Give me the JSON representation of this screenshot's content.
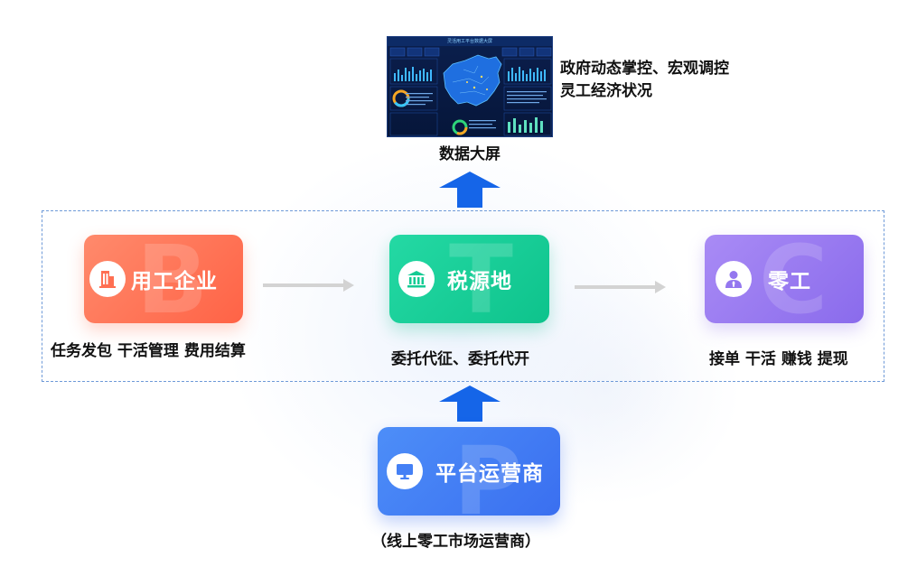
{
  "dashboard": {
    "title": "灵活用工平台数据大屏",
    "caption": "数据大屏",
    "description_line1": "政府动态掌控、宏观调控",
    "description_line2": "灵工经济状况"
  },
  "nodes": {
    "enterprise": {
      "label": "用工企业",
      "letter": "B",
      "caption": "任务发包  干活管理  费用结算",
      "color": "#ff6f52"
    },
    "tax": {
      "label": "税源地",
      "letter": "T",
      "caption": "委托代征、委托代开",
      "color": "#16cb94"
    },
    "worker": {
      "label": "零工",
      "letter": "C",
      "caption": "接单  干活  赚钱  提现",
      "color": "#9477ef"
    },
    "platform": {
      "label": "平台运营商",
      "letter": "P",
      "caption": "（线上零工市场运营商）",
      "color": "#4480f5"
    }
  },
  "colors": {
    "arrow_up": "#1565e8",
    "arrow_flow": "#d3d3d3",
    "frame": "#6f9ad8"
  }
}
